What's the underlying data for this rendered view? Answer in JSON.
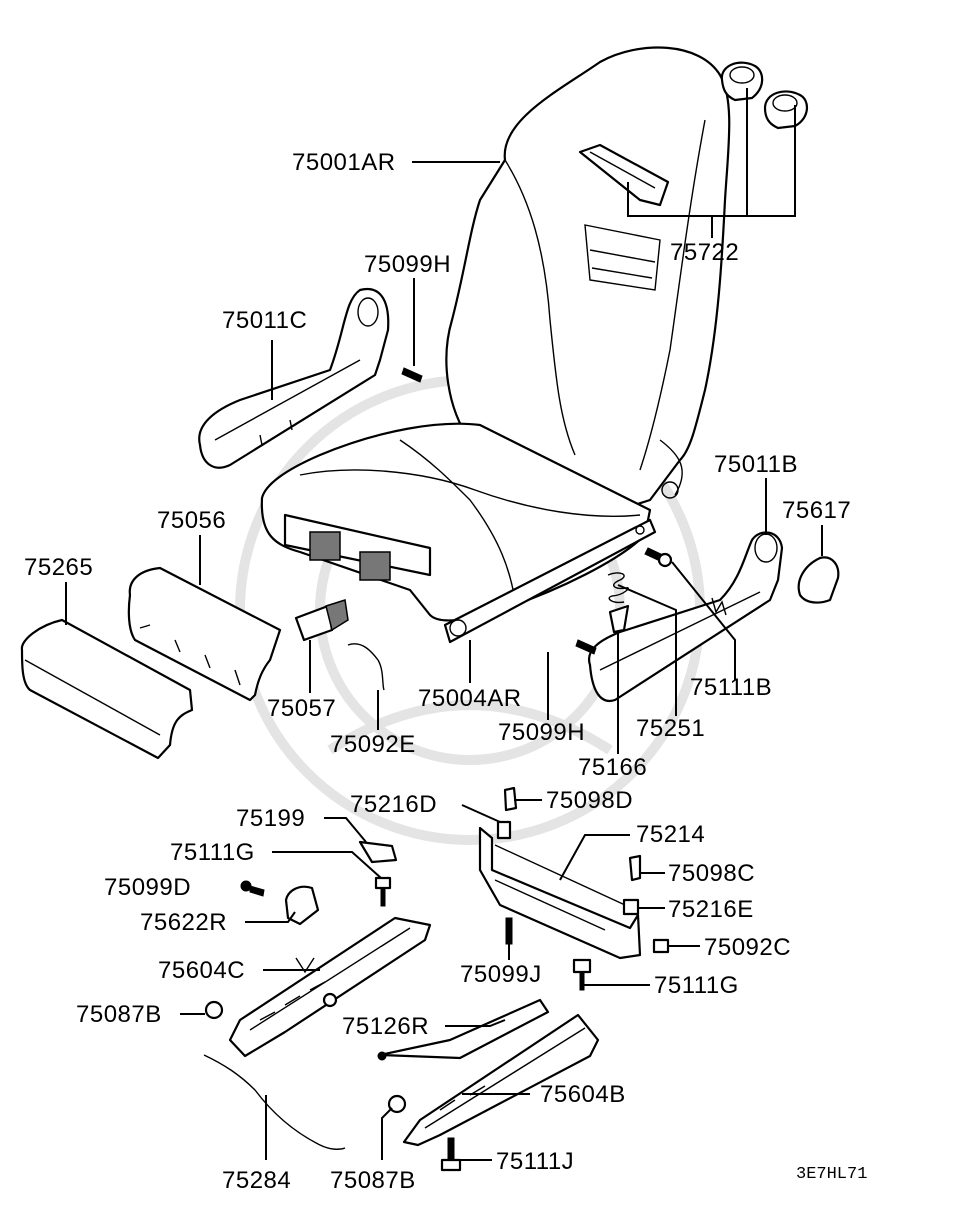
{
  "diagram": {
    "type": "exploded-parts-diagram",
    "drawing_code": "3E7HL71",
    "parts": [
      {
        "id": "p75001AR",
        "label": "75001AR"
      },
      {
        "id": "p75722",
        "label": "75722"
      },
      {
        "id": "p75099H_top",
        "label": "75099H"
      },
      {
        "id": "p75011C",
        "label": "75011C"
      },
      {
        "id": "p75011B",
        "label": "75011B"
      },
      {
        "id": "p75617",
        "label": "75617"
      },
      {
        "id": "p75056",
        "label": "75056"
      },
      {
        "id": "p75265",
        "label": "75265"
      },
      {
        "id": "p75057",
        "label": "75057"
      },
      {
        "id": "p75092E",
        "label": "75092E"
      },
      {
        "id": "p75004AR",
        "label": "75004AR"
      },
      {
        "id": "p75099H_mid",
        "label": "75099H"
      },
      {
        "id": "p75251",
        "label": "75251"
      },
      {
        "id": "p75111B",
        "label": "75111B"
      },
      {
        "id": "p75166",
        "label": "75166"
      },
      {
        "id": "p75199",
        "label": "75199"
      },
      {
        "id": "p75216D",
        "label": "75216D"
      },
      {
        "id": "p75098D",
        "label": "75098D"
      },
      {
        "id": "p75214",
        "label": "75214"
      },
      {
        "id": "p75111G_left",
        "label": "75111G"
      },
      {
        "id": "p75098C",
        "label": "75098C"
      },
      {
        "id": "p75099D",
        "label": "75099D"
      },
      {
        "id": "p75216E",
        "label": "75216E"
      },
      {
        "id": "p75622R",
        "label": "75622R"
      },
      {
        "id": "p75092C",
        "label": "75092C"
      },
      {
        "id": "p75604C",
        "label": "75604C"
      },
      {
        "id": "p75099J",
        "label": "75099J"
      },
      {
        "id": "p75111G_right",
        "label": "75111G"
      },
      {
        "id": "p75087B_left",
        "label": "75087B"
      },
      {
        "id": "p75126R",
        "label": "75126R"
      },
      {
        "id": "p75604B",
        "label": "75604B"
      },
      {
        "id": "p75111J",
        "label": "75111J"
      },
      {
        "id": "p75284",
        "label": "75284"
      },
      {
        "id": "p75087B_bottom",
        "label": "75087B"
      }
    ]
  }
}
